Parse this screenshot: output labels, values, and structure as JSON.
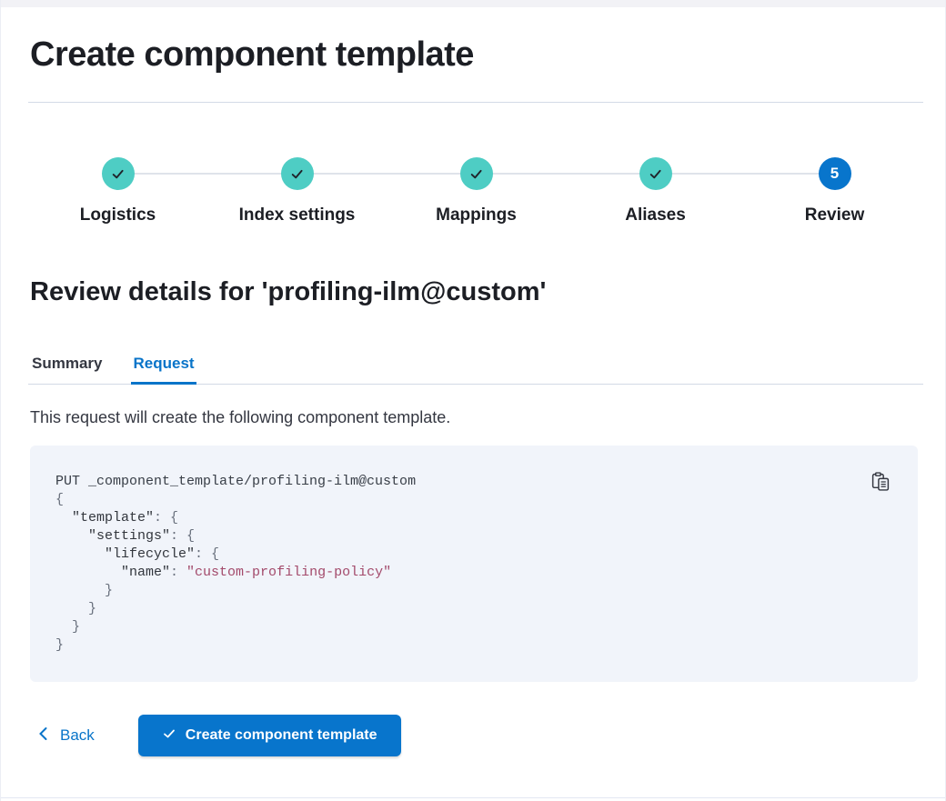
{
  "window": {
    "title": "Create component template"
  },
  "stepper": {
    "steps": [
      {
        "label": "Logistics",
        "status": "complete",
        "icon": "check-icon"
      },
      {
        "label": "Index settings",
        "status": "complete",
        "icon": "check-icon"
      },
      {
        "label": "Mappings",
        "status": "complete",
        "icon": "check-icon"
      },
      {
        "label": "Aliases",
        "status": "complete",
        "icon": "check-icon"
      },
      {
        "label": "Review",
        "status": "current",
        "number": "5"
      }
    ]
  },
  "review": {
    "heading": "Review details for 'profiling-ilm@custom'",
    "tabs": [
      {
        "id": "summary",
        "label": "Summary",
        "active": false
      },
      {
        "id": "request",
        "label": "Request",
        "active": true
      }
    ],
    "description": "This request will create the following component template."
  },
  "request_preview": {
    "copy_icon": "copy-clipboard-icon",
    "code_lines": [
      [
        {
          "text": "PUT _component_template/profiling-ilm@custom",
          "type": "plain"
        }
      ],
      [
        {
          "text": "{",
          "type": "punct"
        }
      ],
      [
        {
          "text": "  ",
          "type": "plain"
        },
        {
          "text": "\"template\"",
          "type": "key"
        },
        {
          "text": ": {",
          "type": "punct"
        }
      ],
      [
        {
          "text": "    ",
          "type": "plain"
        },
        {
          "text": "\"settings\"",
          "type": "key"
        },
        {
          "text": ": {",
          "type": "punct"
        }
      ],
      [
        {
          "text": "      ",
          "type": "plain"
        },
        {
          "text": "\"lifecycle\"",
          "type": "key"
        },
        {
          "text": ": {",
          "type": "punct"
        }
      ],
      [
        {
          "text": "        ",
          "type": "plain"
        },
        {
          "text": "\"name\"",
          "type": "key"
        },
        {
          "text": ": ",
          "type": "punct"
        },
        {
          "text": "\"custom-profiling-policy\"",
          "type": "string"
        }
      ],
      [
        {
          "text": "      }",
          "type": "punct"
        }
      ],
      [
        {
          "text": "    }",
          "type": "punct"
        }
      ],
      [
        {
          "text": "  }",
          "type": "punct"
        }
      ],
      [
        {
          "text": "}",
          "type": "punct"
        }
      ]
    ]
  },
  "footer": {
    "back_label": "Back",
    "create_label": "Create component template"
  },
  "colors": {
    "primary_blue": "#0875cc",
    "link_blue": "#0874c9",
    "success_teal": "#4ecdc4",
    "check_dark": "#20242b",
    "heading_text": "#1c1e24",
    "body_text": "#343741",
    "divider": "#d3dae6",
    "connector": "#dfe3ea",
    "code_background": "#f1f4fa",
    "code_punctuation": "#69707d",
    "code_string": "#a34a6b"
  }
}
